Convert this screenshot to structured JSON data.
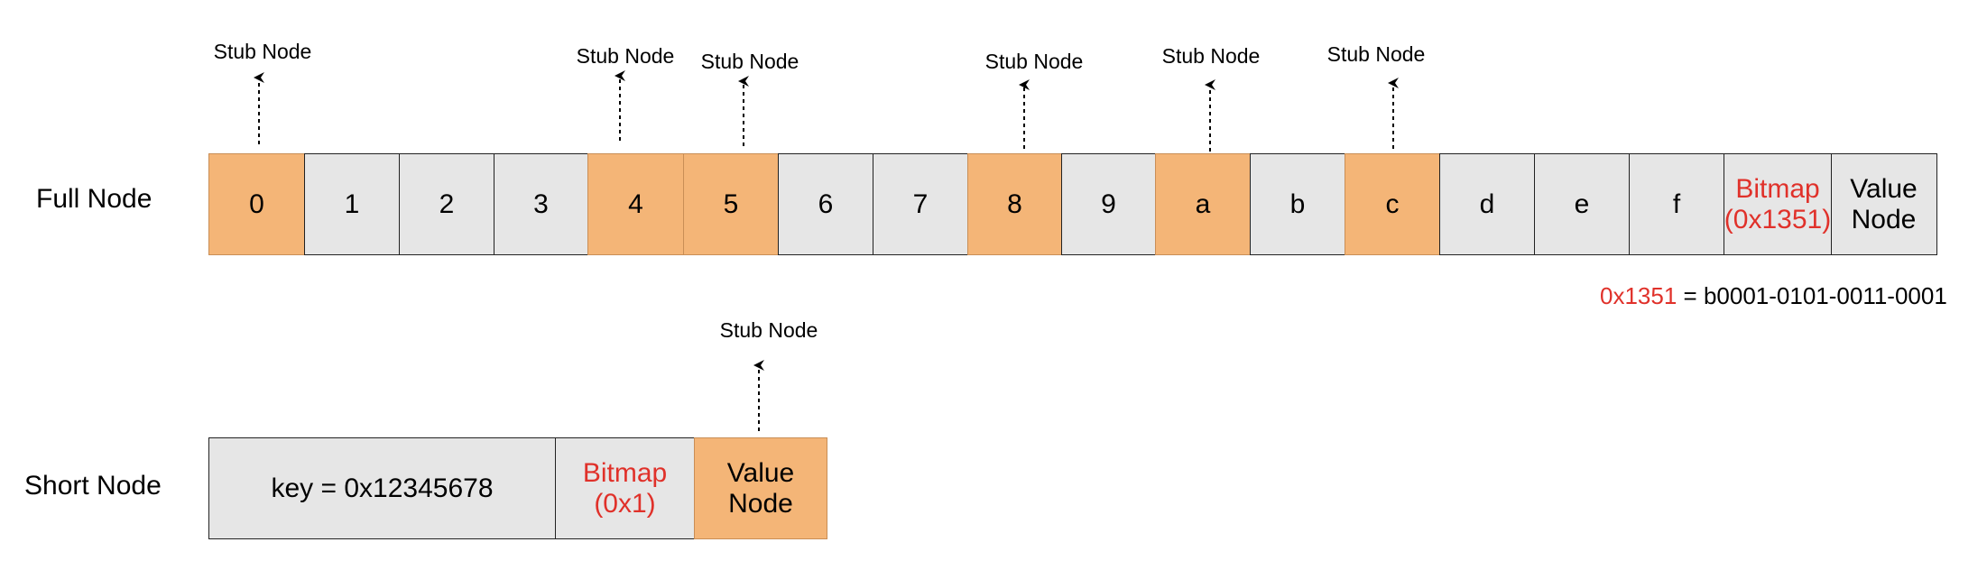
{
  "full_node": {
    "label": "Full Node",
    "cells": [
      {
        "text": "0",
        "filled": true
      },
      {
        "text": "1",
        "filled": false
      },
      {
        "text": "2",
        "filled": false
      },
      {
        "text": "3",
        "filled": false
      },
      {
        "text": "4",
        "filled": true
      },
      {
        "text": "5",
        "filled": true
      },
      {
        "text": "6",
        "filled": false
      },
      {
        "text": "7",
        "filled": false
      },
      {
        "text": "8",
        "filled": true
      },
      {
        "text": "9",
        "filled": false
      },
      {
        "text": "a",
        "filled": true
      },
      {
        "text": "b",
        "filled": false
      },
      {
        "text": "c",
        "filled": true
      },
      {
        "text": "d",
        "filled": false
      },
      {
        "text": "e",
        "filled": false
      },
      {
        "text": "f",
        "filled": false
      }
    ],
    "bitmap": {
      "line1": "Bitmap",
      "line2": "(0x1351)"
    },
    "value": {
      "line1": "Value",
      "line2": "Node"
    },
    "stub_label": "Stub Node",
    "formula": {
      "hex": "0x1351",
      "rest": " = b0001-0101-0011-0001"
    }
  },
  "short_node": {
    "label": "Short Node",
    "key": "key = 0x12345678",
    "bitmap": {
      "line1": "Bitmap",
      "line2": "(0x1)"
    },
    "value": {
      "line1": "Value",
      "line2": "Node"
    },
    "stub_label": "Stub Node"
  },
  "colors": {
    "filled": "#f4b577",
    "empty": "#e6e6e6",
    "accent": "#e0312a"
  }
}
